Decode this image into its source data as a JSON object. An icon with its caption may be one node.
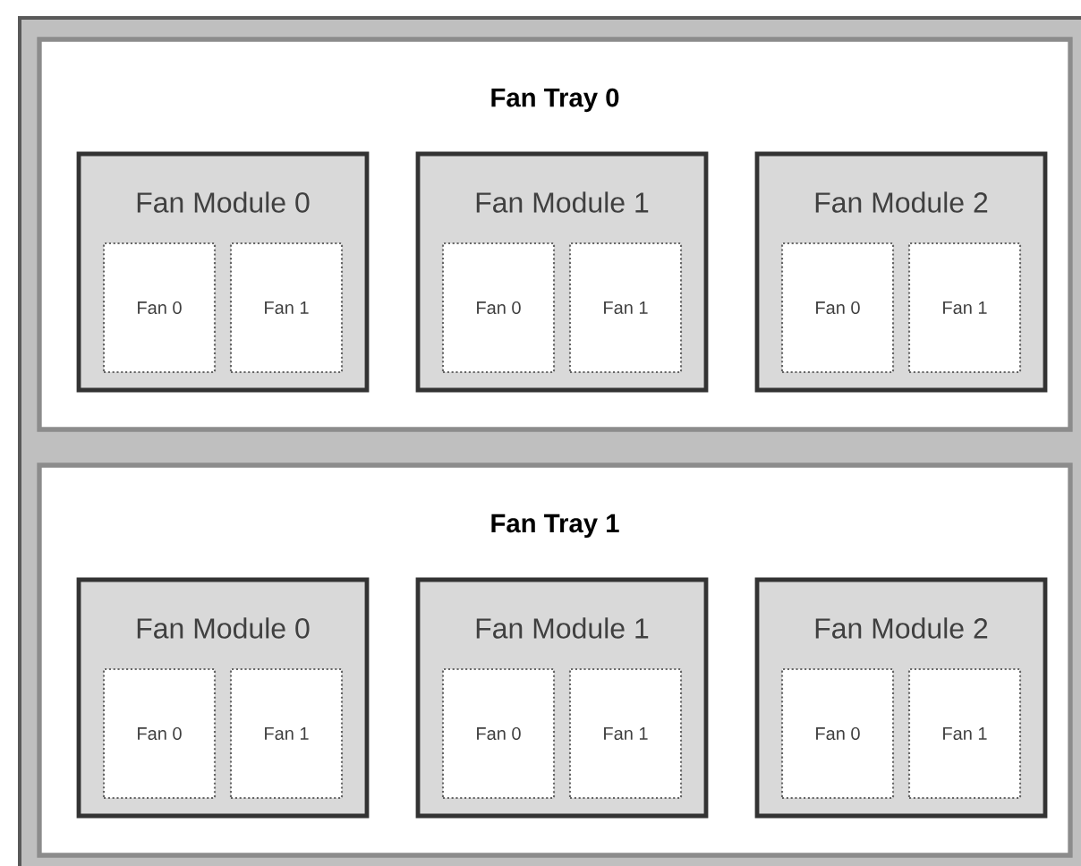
{
  "diagram": {
    "nodes": [
      {
        "text": [
          "Fan Tray 0"
        ]
      },
      {
        "text": [
          "Fan Module 0"
        ],
        "in": 0
      },
      {
        "text": [
          "Fan 0"
        ],
        "in": 1
      },
      {
        "text": [
          "Fan 1"
        ],
        "in": 1
      },
      {
        "text": [
          "Fan Module 1"
        ],
        "in": 0
      },
      {
        "text": [
          "Fan 0"
        ],
        "in": 4
      },
      {
        "text": [
          "Fan 1"
        ],
        "in": 4
      },
      {
        "text": [
          "Fan Module 2"
        ],
        "in": 0
      },
      {
        "text": [
          "Fan 0"
        ],
        "in": 7
      },
      {
        "text": [
          "Fan 1"
        ],
        "in": 7
      },
      {
        "text": [
          "Fan Tray 1"
        ]
      },
      {
        "text": [
          "Fan Module 0"
        ],
        "in": 10
      },
      {
        "text": [
          "Fan 0"
        ],
        "in": 11
      },
      {
        "text": [
          "Fan 1"
        ],
        "in": 11
      },
      {
        "text": [
          "Fan Module 1"
        ],
        "in": 10
      },
      {
        "text": [
          "Fan 0"
        ],
        "in": 14
      },
      {
        "text": [
          "Fan 1"
        ],
        "in": 14
      },
      {
        "text": [
          "Fan Module 2"
        ],
        "in": 10
      },
      {
        "text": [
          "Fan 0"
        ],
        "in": 17
      },
      {
        "text": [
          "Fan 1"
        ],
        "in": 17
      }
    ]
  }
}
